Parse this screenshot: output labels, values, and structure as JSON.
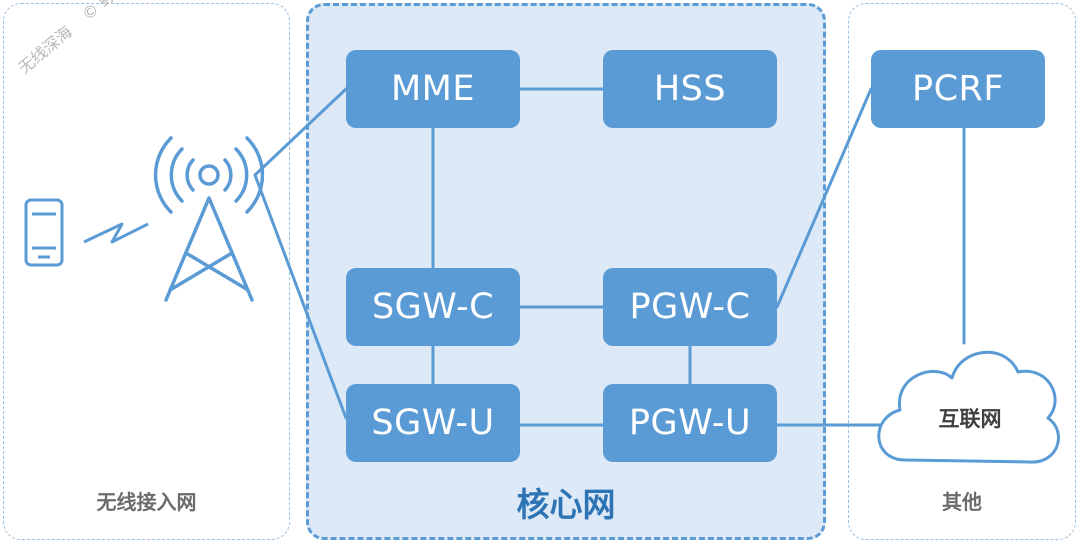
{
  "panels": {
    "access_label": "无线接入网",
    "core_label": "核心网",
    "other_label": "其他"
  },
  "nodes": {
    "mme": "MME",
    "hss": "HSS",
    "sgw_c": "SGW-C",
    "pgw_c": "PGW-C",
    "sgw_u": "SGW-U",
    "pgw_u": "PGW-U",
    "pcrf": "PCRF"
  },
  "cloud_label": "互联网",
  "watermark": {
    "text1": "无线深海",
    "text2": "© 蜉蝣采采"
  },
  "icons": [
    "phone-icon",
    "wireless-signal-icon",
    "base-station-icon",
    "cloud-icon"
  ],
  "colors": {
    "node_fill": "#5b9bd5",
    "core_bg": "#dde9f6",
    "core_border": "#5b9bd5",
    "panel_border": "#9cbfe0",
    "core_label": "#2e74b5",
    "link": "#5b9bd5"
  }
}
